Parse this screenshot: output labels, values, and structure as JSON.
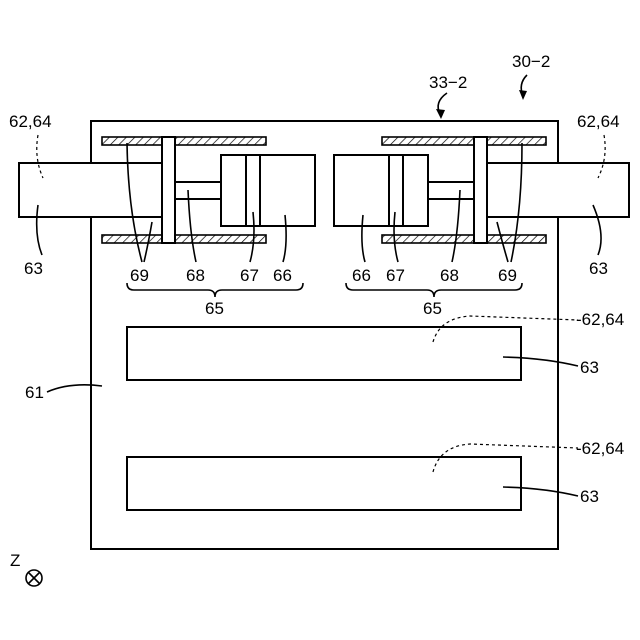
{
  "labels": {
    "device": "30−2",
    "unit": "33−2",
    "body": "61",
    "cable_left": "62,64",
    "cable_right": "62,64",
    "cable_mid1": "-62,64",
    "cable_mid2": "-62,64",
    "conn_left": "63",
    "conn_right": "63",
    "conn_mid1": "63",
    "conn_mid2": "63",
    "l69": "69",
    "l68": "68",
    "l67": "67",
    "l66": "66",
    "r66": "66",
    "r67": "67",
    "r68": "68",
    "r69": "69",
    "group_left": "65",
    "group_right": "65",
    "axis": "Z"
  }
}
